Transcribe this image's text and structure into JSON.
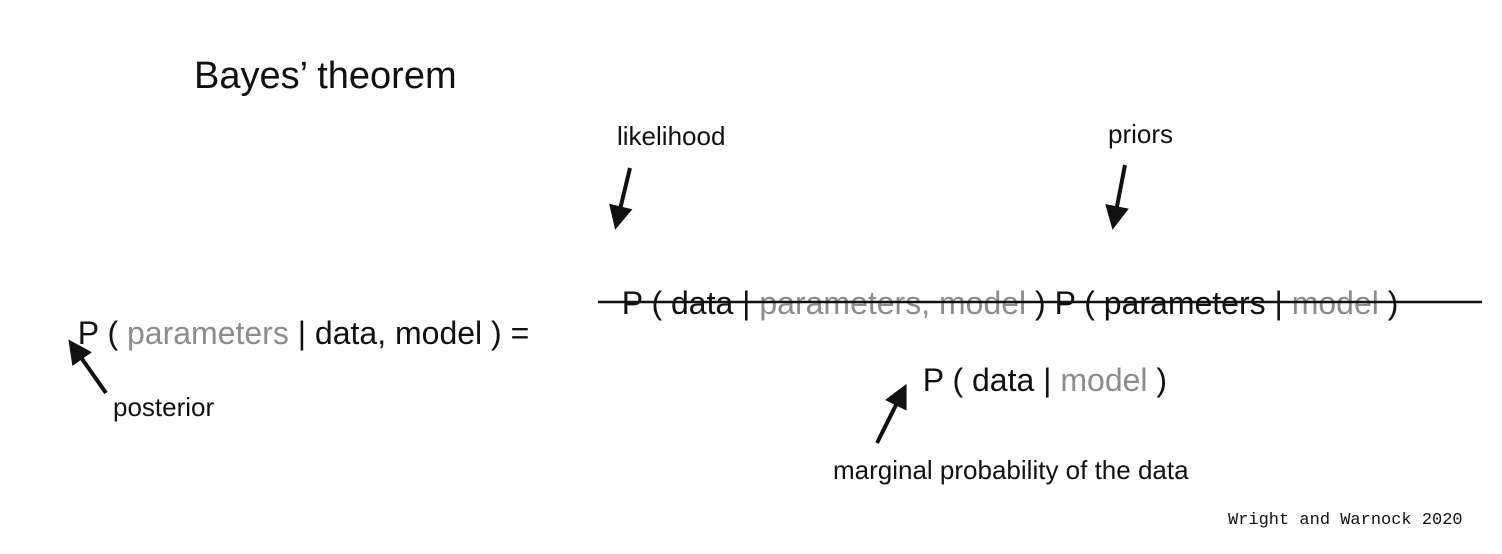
{
  "title": "Bayes’ theorem",
  "equation": {
    "lhs": [
      "P ( ",
      "parameters",
      " | data, model ) ="
    ],
    "numerator": [
      "P ( data | ",
      "parameters, model",
      " ) P ( parameters | ",
      "model",
      " )"
    ],
    "denominator": [
      "P ( data | ",
      "model",
      " )"
    ]
  },
  "labels": {
    "likelihood": "likelihood",
    "priors": "priors",
    "posterior": "posterior",
    "marginal": "marginal probability of the data"
  },
  "credit": "Wright and Warnock 2020",
  "colors": {
    "text": "#111111",
    "gray": "#8c8c8c"
  }
}
